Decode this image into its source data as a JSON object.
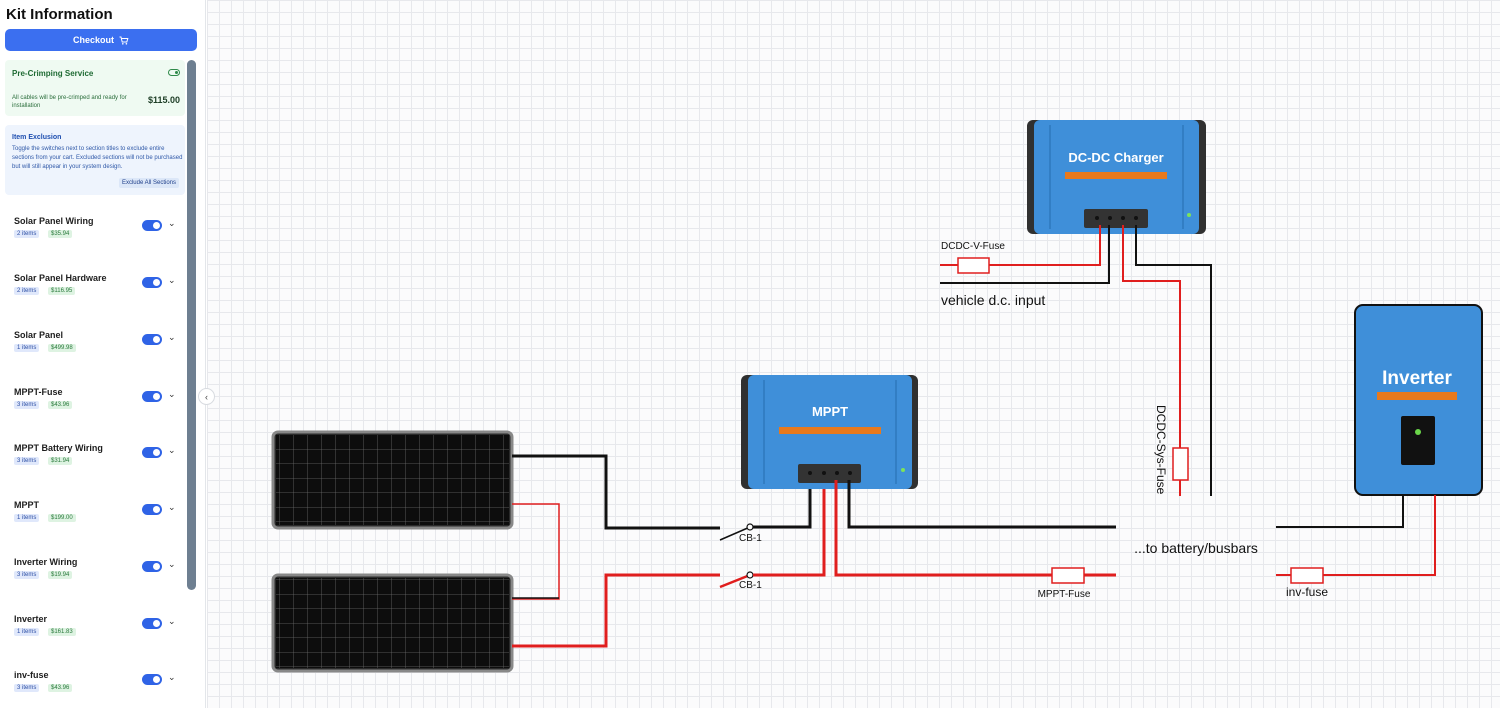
{
  "sidebar": {
    "title": "Kit Information",
    "checkout_label": "Checkout",
    "precrimp": {
      "title": "Pre-Crimping Service",
      "desc": "All cables will be pre-crimped and ready for installation",
      "price": "$115.00"
    },
    "exclusion": {
      "title": "Item Exclusion",
      "desc": "Toggle the switches next to section titles to exclude entire sections from your cart. Excluded sections will not be purchased but will still appear in your system design.",
      "button": "Exclude All Sections"
    },
    "sections": [
      {
        "name": "Solar Panel Wiring",
        "count": "2 items",
        "price": "$35.94"
      },
      {
        "name": "Solar Panel Hardware",
        "count": "2 items",
        "price": "$116.95"
      },
      {
        "name": "Solar Panel",
        "count": "1 items",
        "price": "$499.98"
      },
      {
        "name": "MPPT-Fuse",
        "count": "3 items",
        "price": "$43.96"
      },
      {
        "name": "MPPT Battery Wiring",
        "count": "3 items",
        "price": "$31.94"
      },
      {
        "name": "MPPT",
        "count": "1 items",
        "price": "$199.00"
      },
      {
        "name": "Inverter Wiring",
        "count": "3 items",
        "price": "$19.94"
      },
      {
        "name": "Inverter",
        "count": "1 items",
        "price": "$161.83"
      },
      {
        "name": "inv-fuse",
        "count": "3 items",
        "price": "$43.96"
      }
    ]
  },
  "diagram": {
    "dcdc_title": "DC-DC Charger",
    "mppt_title": "MPPT",
    "inverter_title": "Inverter",
    "dcdc_v_fuse": "DCDC-V-Fuse",
    "vehicle_input": "vehicle d.c. input",
    "dcdc_sys_fuse": "DCDC-Sys-Fuse",
    "cb_top": "CB-1",
    "cb_bottom": "CB-1",
    "mppt_fuse": "MPPT-Fuse",
    "battery": "...to battery/busbars",
    "inv_fuse": "inv-fuse",
    "wire_red": "#e01e1e",
    "wire_black": "#111111",
    "device_blue": "#3f8fd9"
  }
}
